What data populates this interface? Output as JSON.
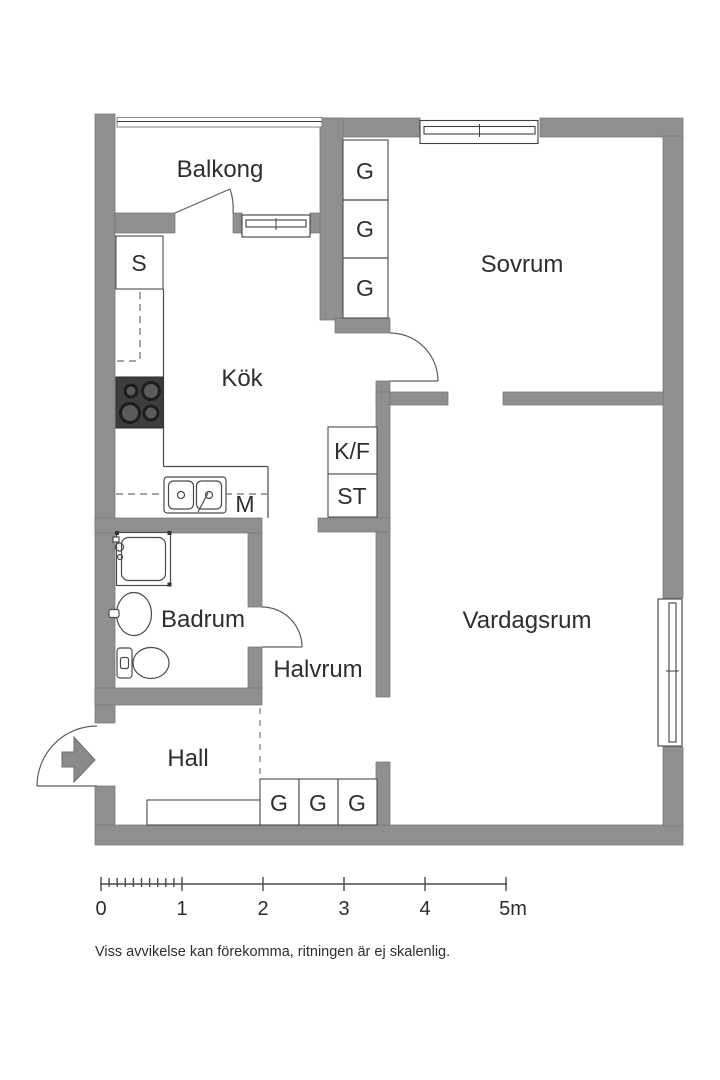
{
  "rooms": {
    "balkong": "Balkong",
    "sovrum": "Sovrum",
    "kok": "Kök",
    "badrum": "Badrum",
    "halvrum": "Halvrum",
    "hall": "Hall",
    "vardagsrum": "Vardagsrum"
  },
  "closets": {
    "s": "S",
    "g_top_1": "G",
    "g_top_2": "G",
    "g_top_3": "G",
    "kf": "K/F",
    "st": "ST",
    "m": "M",
    "g_hall_1": "G",
    "g_hall_2": "G",
    "g_hall_3": "G"
  },
  "scalebar": {
    "labels": [
      "0",
      "1",
      "2",
      "3",
      "4",
      "5m"
    ]
  },
  "disclaimer": "Viss avvikelse kan förekomma, ritningen är ej skalenlig.",
  "colors": {
    "wall": "#8f8f8f",
    "outline": "#4a4a4a",
    "text": "#2e2e2e",
    "stove": "#3d3d3d",
    "arrow": "#8a8a8a"
  }
}
